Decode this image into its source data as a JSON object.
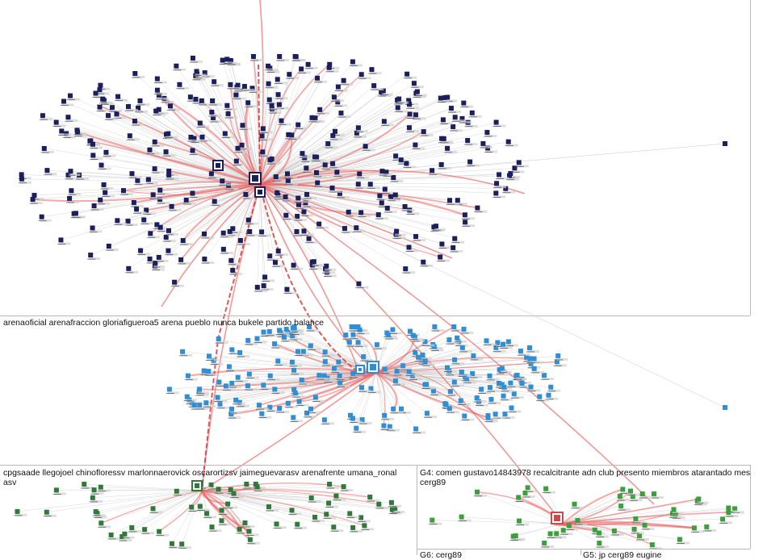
{
  "groups": {
    "g2": {
      "label": "arenaoficial arenafraccion gloriafigueroa5 arena pueblo nunca bukele partido balance",
      "node_color": "#2e8fd6"
    },
    "g3": {
      "label_line1": "cpgsaade llegojoel chinofloressv marlonnaerovick oscarortizsv jaimeguevarasv arenafrente umana_ronal",
      "label_line2": "asv",
      "node_color": "#2f7a3a"
    },
    "g4": {
      "label_line1": "G4: comen gustavo14843978 recalcitrante adn club presento miembros atarantado mes",
      "label_line2": "cerg89",
      "node_color": "#3aa13a"
    },
    "g5": {
      "label": "G5: jp cerg89 eugine"
    },
    "g6": {
      "label": "G6: cerg89"
    },
    "g1": {
      "node_color": "#1b1f5e"
    }
  },
  "colors": {
    "edge_gray": "#c8c8c8",
    "edge_red": "#f06060",
    "edge_red_dark": "#d83030",
    "divider": "#b9b9b9"
  }
}
